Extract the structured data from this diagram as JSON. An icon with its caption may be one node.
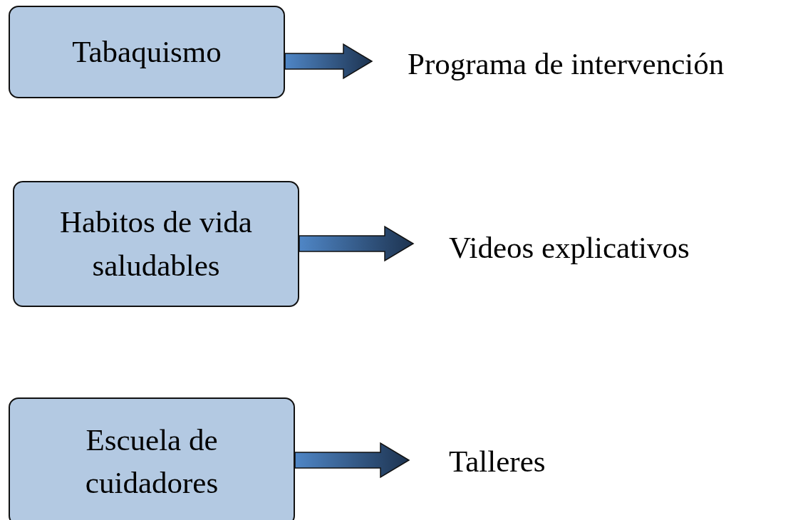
{
  "diagram": {
    "nodes": [
      {
        "text": [
          "Tabaquismo"
        ]
      },
      {
        "text": [
          "Habitos de vida saludables"
        ]
      },
      {
        "text": [
          "Escuela de cuidadores"
        ]
      },
      {
        "text": [
          "Programa de intervención"
        ]
      },
      {
        "text": [
          "Videos explicativos"
        ]
      },
      {
        "text": [
          "Talleres"
        ]
      }
    ],
    "edges": [
      {
        "from": 0,
        "to": 3,
        "arrow": "to"
      },
      {
        "from": 1,
        "to": 4,
        "arrow": "to"
      },
      {
        "from": 2,
        "to": 5,
        "arrow": "to"
      }
    ]
  }
}
